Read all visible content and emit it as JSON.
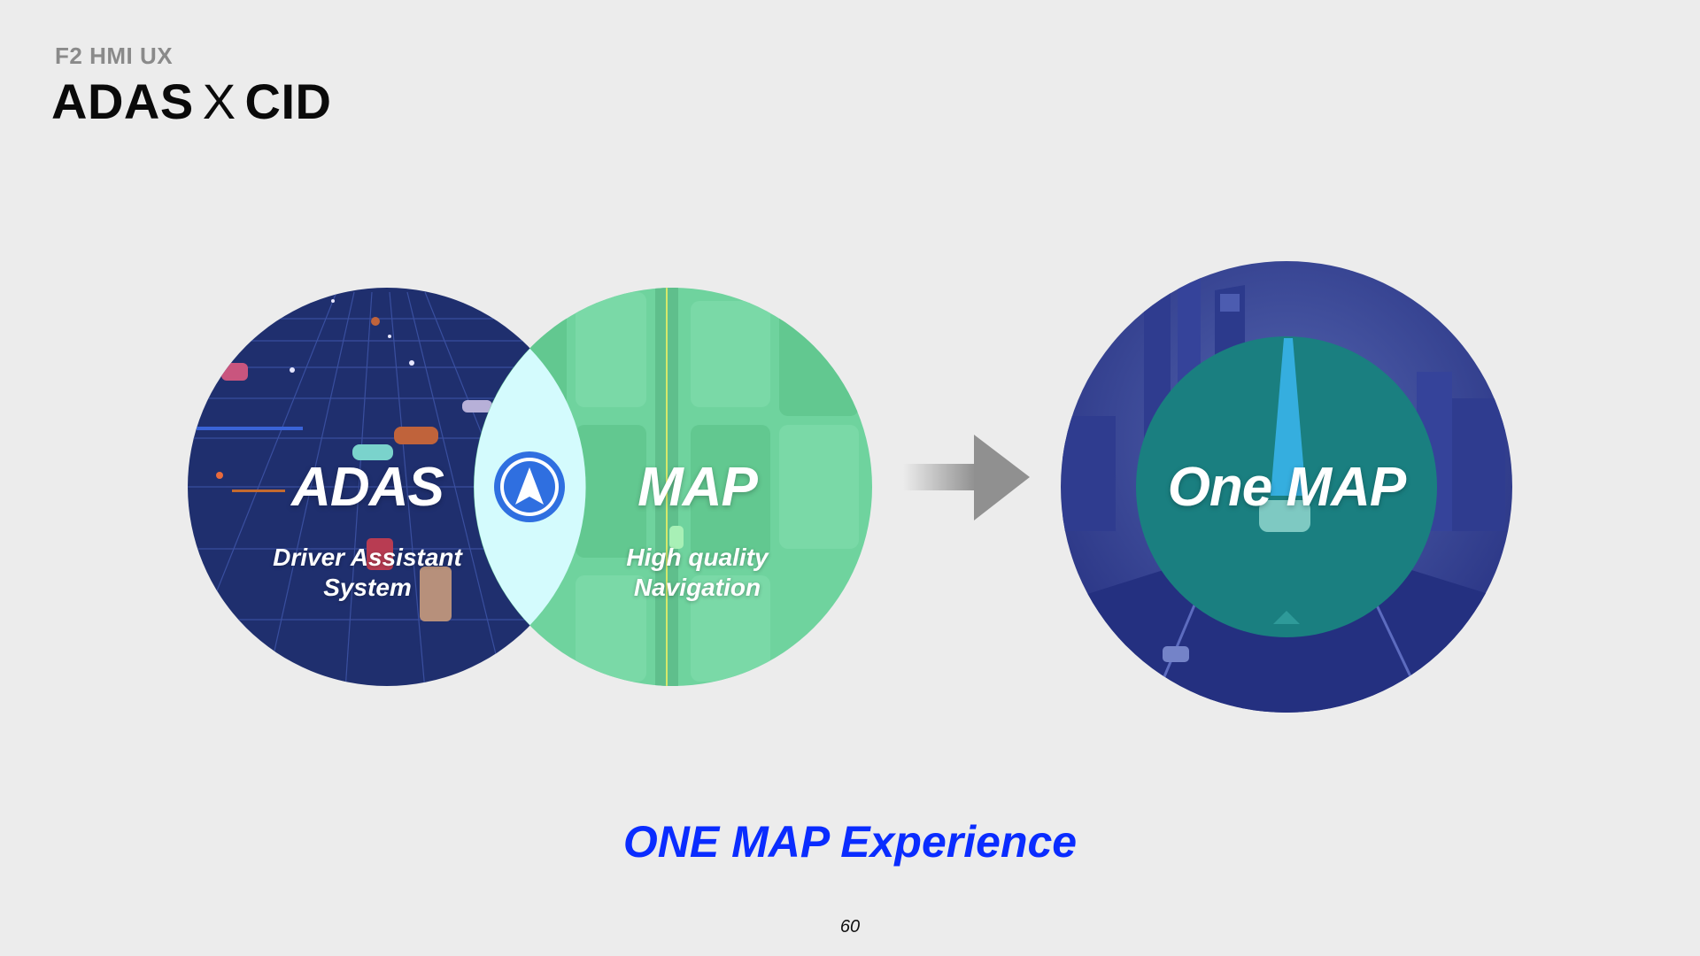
{
  "header": {
    "subtitle": "F2 HMI UX",
    "title_left": "ADAS",
    "title_sep": "X",
    "title_right": "CID"
  },
  "venn": {
    "left": {
      "title": "ADAS",
      "desc_line1": "Driver Assistant",
      "desc_line2": "System",
      "color": "#1f2f6e"
    },
    "right": {
      "title": "MAP",
      "desc_line1": "High quality",
      "desc_line2": "Navigation",
      "color": "#6fd39e"
    },
    "overlap": {
      "color": "#d4fbfd",
      "icon": "navigation-arrow-icon",
      "icon_color": "#2f6fe0"
    }
  },
  "arrow": {
    "icon": "right-arrow-icon"
  },
  "result": {
    "title": "One MAP",
    "outer_color": "#2b3a8c",
    "inner_color": "#1a7f80"
  },
  "tagline": "ONE MAP Experience",
  "page_number": "60"
}
